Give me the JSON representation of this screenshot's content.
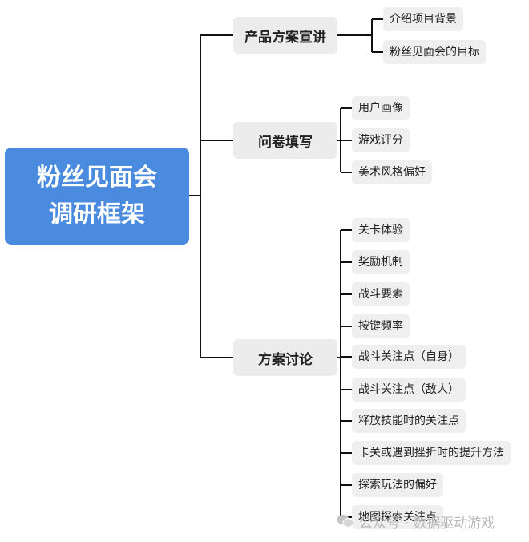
{
  "root": {
    "line1": "粉丝见面会",
    "line2": "调研框架"
  },
  "branches": [
    {
      "label": "产品方案宣讲",
      "children": [
        "介绍项目背景",
        "粉丝见面会的目标"
      ]
    },
    {
      "label": "问卷填写",
      "children": [
        "用户画像",
        "游戏评分",
        "美术风格偏好"
      ]
    },
    {
      "label": "方案讨论",
      "children": [
        "关卡体验",
        "奖励机制",
        "战斗要素",
        "按键频率",
        "战斗关注点（自身）",
        "战斗关注点（敌人）",
        "释放技能时的关注点",
        "卡关或遇到挫折时的提升方法",
        "探索玩法的偏好",
        "地图探索关注点"
      ]
    }
  ],
  "watermark": {
    "icon": "wechat-icon",
    "text": "公众号 · 数据驱动游戏"
  },
  "colors": {
    "root": "#4a8be0",
    "node": "#ececec",
    "line": "#111111"
  }
}
